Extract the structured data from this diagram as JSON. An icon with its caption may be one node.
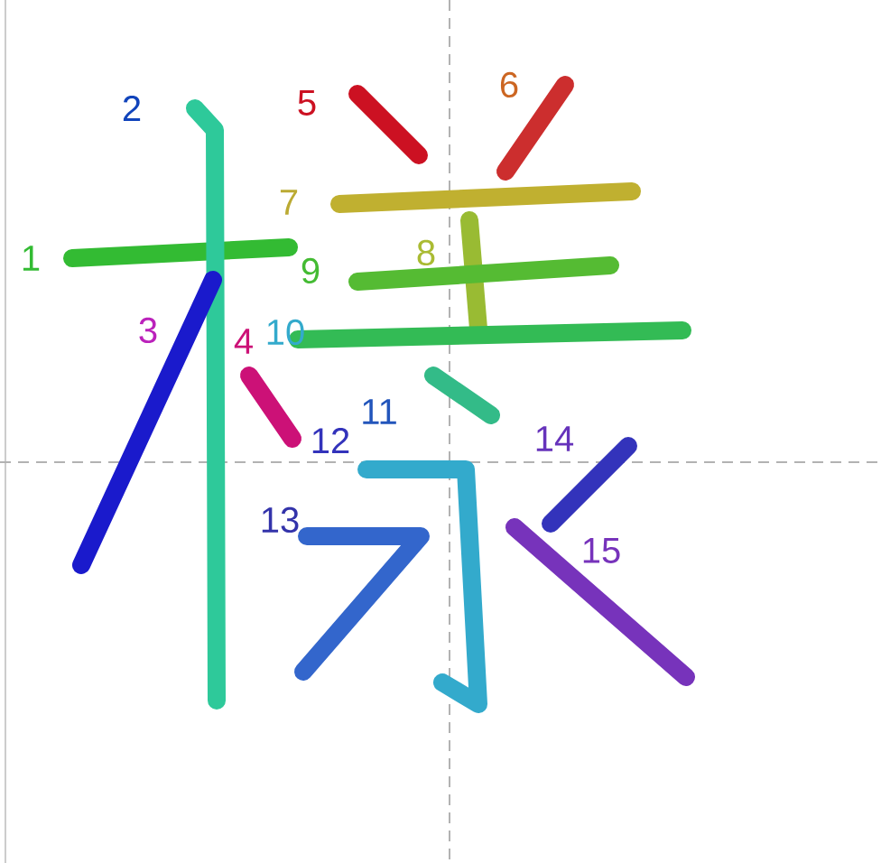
{
  "diagram": {
    "labels": [
      "1",
      "2",
      "3",
      "4",
      "5",
      "6",
      "7",
      "8",
      "9",
      "10",
      "11",
      "12",
      "13",
      "14",
      "15"
    ]
  }
}
